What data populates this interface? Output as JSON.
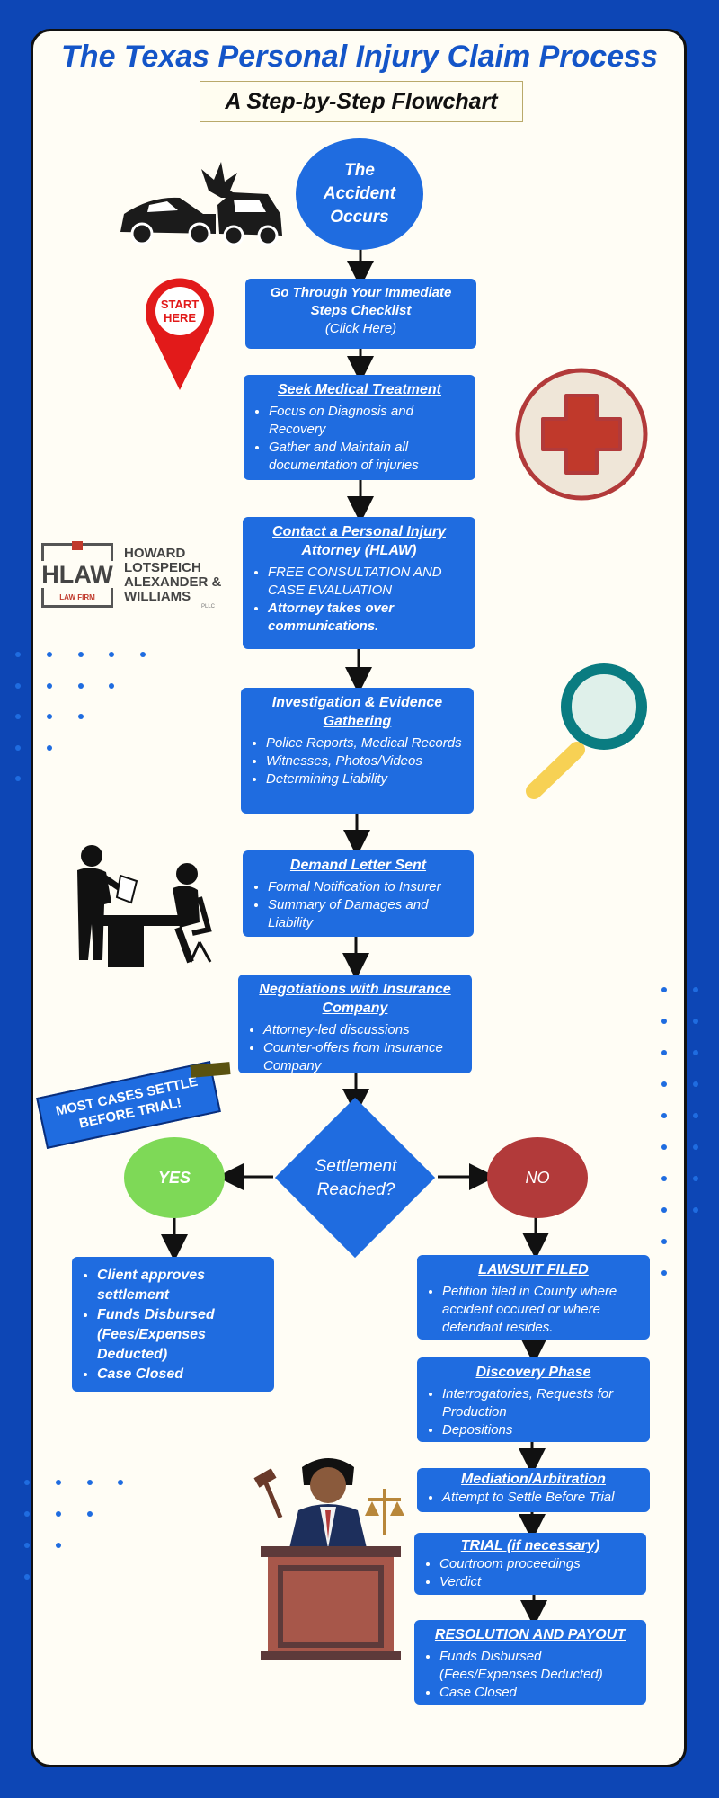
{
  "header": {
    "title": "The Texas Personal Injury Claim Process",
    "subtitle": "A Step-by-Step Flowchart"
  },
  "start": {
    "label": "The Accident Occurs",
    "pin_text": "START HERE"
  },
  "steps": {
    "immediate": {
      "title": "Go Through Your Immediate Steps Checklist",
      "link": "(Click Here)"
    },
    "medical": {
      "title": "Seek Medical Treatment",
      "items": [
        "Focus on Diagnosis and Recovery",
        "Gather and Maintain all documentation of injuries"
      ]
    },
    "attorney": {
      "title": "Contact a Personal Injury Attorney (HLAW)",
      "items": [
        "FREE CONSULTATION AND CASE EVALUATION",
        "Attorney takes over communications."
      ]
    },
    "investigation": {
      "title": "Investigation & Evidence Gathering",
      "items": [
        "Police Reports, Medical Records",
        "Witnesses, Photos/Videos",
        "Determining Liability"
      ]
    },
    "demand": {
      "title": "Demand Letter Sent",
      "items": [
        "Formal Notification to Insurer",
        "Summary of Damages and Liability"
      ]
    },
    "negotiations": {
      "title": "Negotiations with Insurance Company",
      "items": [
        "Attorney-led discussions",
        "Counter-offers from Insurance Company"
      ]
    }
  },
  "decision": {
    "label": "Settlement Reached?",
    "yes": "YES",
    "no": "NO",
    "callout": "MOST CASES SETTLE BEFORE TRIAL!"
  },
  "yes_branch": {
    "items": [
      "Client approves settlement",
      "Funds Disbursed (Fees/Expenses Deducted)",
      "Case Closed"
    ]
  },
  "no_branch": {
    "lawsuit": {
      "title": "LAWSUIT FILED",
      "items": [
        "Petition filed in County where accident occured or where defendant resides."
      ]
    },
    "discovery": {
      "title": "Discovery Phase",
      "items": [
        "Interrogatories, Requests for Production",
        "Depositions"
      ]
    },
    "mediation": {
      "title": "Mediation/Arbitration",
      "items": [
        "Attempt to Settle Before Trial"
      ]
    },
    "trial": {
      "title": "TRIAL (if necessary)",
      "items": [
        "Courtroom proceedings",
        "Verdict"
      ]
    },
    "resolution": {
      "title": "RESOLUTION AND PAYOUT",
      "items": [
        "Funds Disbursed (Fees/Expenses Deducted)",
        "Case Closed"
      ]
    }
  },
  "logo": {
    "mark": "HLAW",
    "sub": "LAW FIRM",
    "names": [
      "HOWARD",
      "LOTSPEICH",
      "ALEXANDER &",
      "WILLIAMS"
    ],
    "pllc": "PLLC"
  },
  "colors": {
    "background": "#0d46b5",
    "box": "#1f6ce0",
    "yes": "#7ed957",
    "no": "#b23a3a",
    "cross": "#c0392b"
  },
  "icons": [
    "car-crash-icon",
    "location-pin-icon",
    "medical-cross-icon",
    "magnifying-glass-icon",
    "meeting-desk-icon",
    "judge-icon"
  ]
}
